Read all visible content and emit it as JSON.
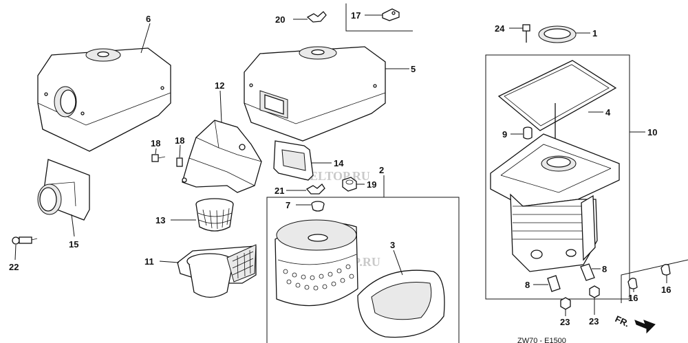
{
  "callouts": {
    "c1": "1",
    "c2": "2",
    "c3": "3",
    "c4": "4",
    "c5": "5",
    "c6": "6",
    "c7": "7",
    "c8a": "8",
    "c8b": "8",
    "c9": "9",
    "c10": "10",
    "c11": "11",
    "c12": "12",
    "c13": "13",
    "c14": "14",
    "c15": "15",
    "c16a": "16",
    "c16b": "16",
    "c17": "17",
    "c18a": "18",
    "c18b": "18",
    "c19": "19",
    "c20": "20",
    "c21": "21",
    "c22": "22",
    "c23a": "23",
    "c23b": "23",
    "c24": "24"
  },
  "watermark": "SELTOP.RU",
  "direction_label": "FR.",
  "diagram_code": "ZW70 - E1500"
}
